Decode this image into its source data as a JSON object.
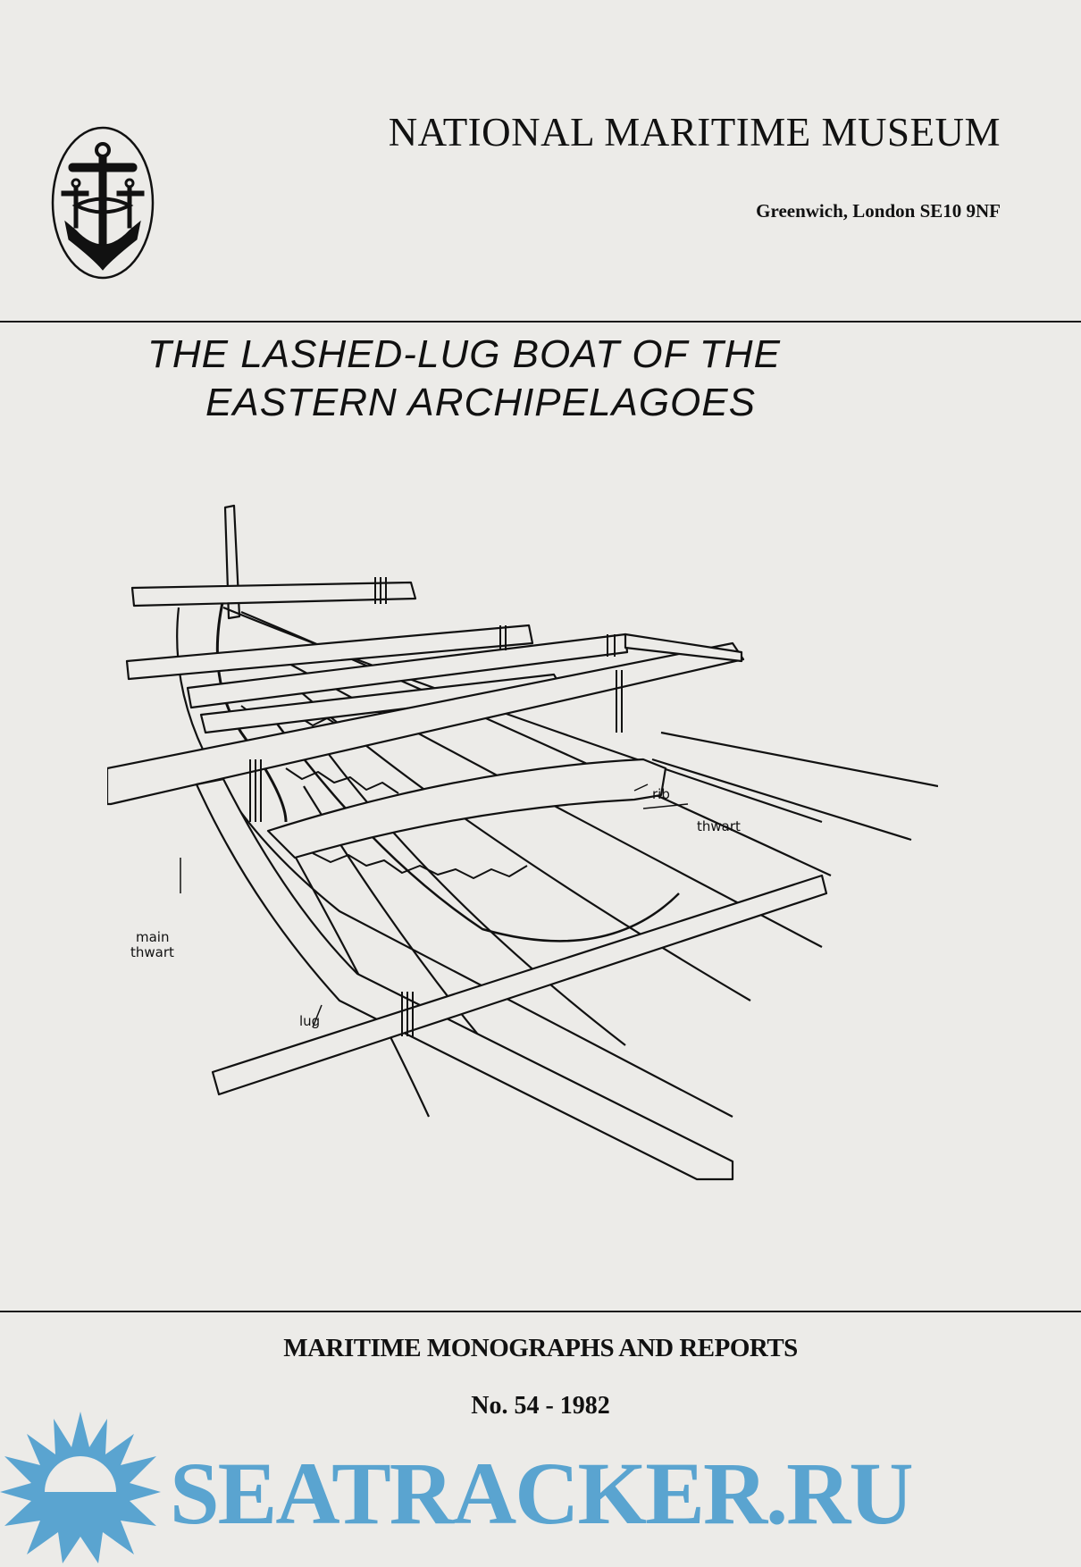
{
  "header": {
    "institution": "NATIONAL MARITIME MUSEUM",
    "address": "Greenwich, London SE10 9NF",
    "logo": "anchor-emblem-icon"
  },
  "title": {
    "line1": "THE LASHED-LUG BOAT OF THE",
    "line2": "EASTERN ARCHIPELAGOES"
  },
  "illustration": {
    "labels": {
      "rib": "rib",
      "thwart": "thwart",
      "main_thwart_1": "main",
      "main_thwart_2": "thwart",
      "lug": "lug"
    }
  },
  "footer": {
    "series": "MARITIME MONOGRAPHS AND REPORTS",
    "number": "No. 54 - 1982"
  },
  "watermark": {
    "text": "SEATRACKER.RU",
    "color": "#5aa4d0"
  }
}
